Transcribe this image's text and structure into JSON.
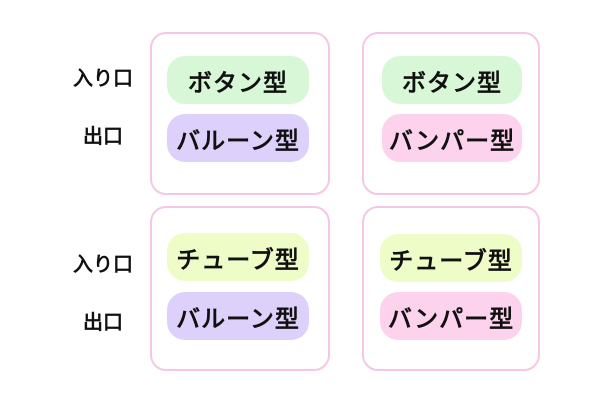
{
  "labels": {
    "entrance": "入り口",
    "exit": "出口"
  },
  "types": {
    "button": "ボタン型",
    "balloon": "バルーン型",
    "bumper": "バンパー型",
    "tube": "チューブ型"
  },
  "colors": {
    "card_border": "#f6c6e6",
    "green": "#d8f7d6",
    "purple": "#ddd0fa",
    "pink": "#fcd2ec",
    "yellow": "#eefcc8"
  }
}
